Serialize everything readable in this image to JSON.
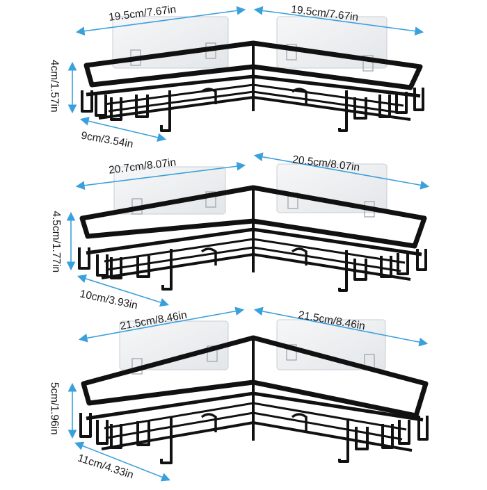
{
  "colors": {
    "arrow": "#3aa0dc",
    "rack": "#111111",
    "adhesive_pad": "#eef0f2",
    "background": "#ffffff"
  },
  "racks": [
    {
      "width_left": "19.5cm/7.67in",
      "width_right": "19.5cm/7.67in",
      "height": "4cm/1.57in",
      "depth": "9cm/3.54in"
    },
    {
      "width_left": "20.7cm/8.07in",
      "width_right": "20.5cm/8.07in",
      "height": "4.5cm/1.77in",
      "depth": "10cm/3.93in"
    },
    {
      "width_left": "21.5cm/8.46in",
      "width_right": "21.5cm/8.46in",
      "height": "5cm/1.96in",
      "depth": "11cm/4.33in"
    }
  ]
}
